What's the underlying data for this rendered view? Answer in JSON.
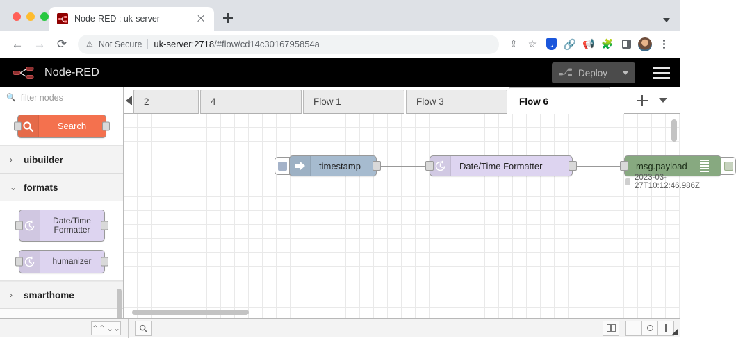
{
  "browser": {
    "tab": {
      "title": "Node-RED : uk-server",
      "favicon": "node-red-favicon",
      "close": "×"
    },
    "new_tab_label": "+",
    "nav": {
      "back": "←",
      "forward": "→",
      "reload": "⟳"
    },
    "omnibox": {
      "warning_icon": "▲",
      "security_label": "Not Secure",
      "url_host": "uk-server:2718",
      "url_path": "/#flow/cd14c3016795854a",
      "share_icon": "share-icon",
      "bookmark_icon": "★"
    },
    "toolbar_icons": [
      "shield-extension-icon",
      "link-extension-icon",
      "megaphone-extension-icon",
      "puzzle-extensions-icon",
      "side-panel-icon",
      "profile-avatar",
      "chrome-menu-icon"
    ]
  },
  "nodered": {
    "header": {
      "title": "Node-RED",
      "deploy_label": "Deploy",
      "menu_icon": "hamburger-menu-icon"
    },
    "palette": {
      "filter_placeholder": "filter nodes",
      "search_node_label": "Search",
      "categories": [
        {
          "name": "uibuilder",
          "expanded": false,
          "chevron": "›"
        },
        {
          "name": "formats",
          "expanded": true,
          "chevron": "⌄"
        },
        {
          "name": "smarthome",
          "expanded": false,
          "chevron": "›"
        }
      ],
      "formats_nodes": [
        {
          "label": "Date/Time Formatter",
          "icon": "clock-icon",
          "color": "#ddd4f0"
        },
        {
          "label": "humanizer",
          "icon": "clock-icon",
          "color": "#ddd4f0"
        }
      ]
    },
    "tabs": {
      "scroll_left_icon": "scroll-left-arrow",
      "items": [
        {
          "label": "2",
          "active": false,
          "clipped": true
        },
        {
          "label": "4",
          "active": false
        },
        {
          "label": "Flow 1",
          "active": false
        },
        {
          "label": "Flow 3",
          "active": false
        },
        {
          "label": "Flow 6",
          "active": true
        }
      ],
      "add_tab_icon": "plus-icon",
      "tab_menu_icon": "chevron-down-icon"
    },
    "flow": {
      "nodes": [
        {
          "name": "inject-node",
          "label": "timestamp",
          "icon": "inject-arrow-icon",
          "color": "#a6bbcf"
        },
        {
          "name": "datetime-node",
          "label": "Date/Time Formatter",
          "icon": "clock-icon",
          "color": "#ddd4f0"
        },
        {
          "name": "debug-node",
          "label": "msg.payload",
          "icon": "debug-lines-icon",
          "color": "#87a980"
        }
      ],
      "debug_status": "2023-03-27T10:12:46.986Z"
    },
    "footer": {
      "collapse_all_icon": "⌃⌃",
      "expand_all_icon": "⌄⌄",
      "search_icon": "search-icon",
      "navigator_icon": "map-icon",
      "zoom_out_icon": "zoom-out-icon",
      "zoom_reset_icon": "zoom-reset-icon",
      "zoom_in_icon": "zoom-in-icon"
    }
  }
}
